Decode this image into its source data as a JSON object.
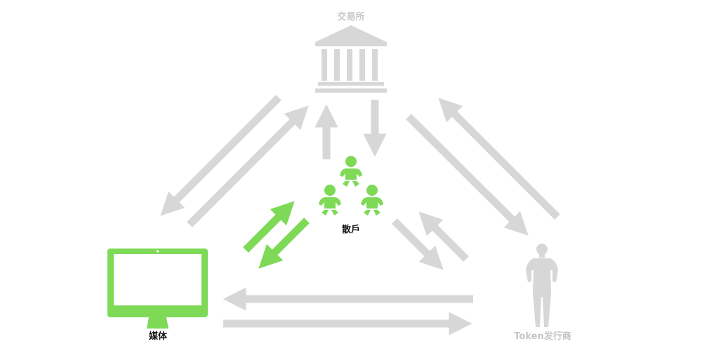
{
  "nodes": {
    "exchange": {
      "label": "交易所",
      "icon": "bank-building-icon"
    },
    "retail": {
      "label": "散戶",
      "icon": "babies-group-icon"
    },
    "media": {
      "label": "媒体",
      "icon": "monitor-icon"
    },
    "issuer": {
      "label": "Token发行商",
      "icon": "person-silhouette-icon"
    }
  },
  "colors": {
    "grey": "#d7d7d7",
    "green": "#7ed957",
    "muted_text": "#c6c6c6",
    "dark_text": "#111111"
  }
}
